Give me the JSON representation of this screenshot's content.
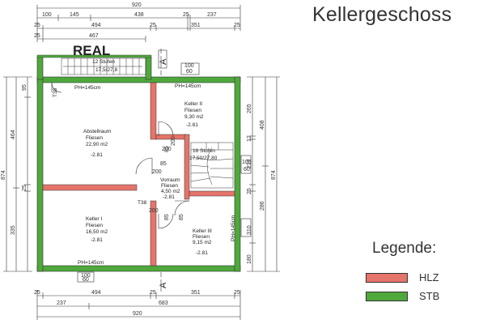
{
  "title": "Kellergeschoss",
  "watermark": "REAL",
  "legend": {
    "title": "Legende:",
    "items": [
      {
        "label": "HLZ",
        "color": "#e5746a"
      },
      {
        "label": "STB",
        "color": "#4fa83c"
      }
    ]
  },
  "colors": {
    "hlz": "#e5746a",
    "stb": "#4fa83c",
    "line": "#333333"
  },
  "rooms": {
    "abstellraum": {
      "name": "Abstellraum",
      "floor": "Fliesen",
      "area": "22,90 m2",
      "level": "-2.81"
    },
    "keller2": {
      "name": "Keller II",
      "floor": "Fliesen",
      "area": "9,30 m2",
      "level": "-2.81"
    },
    "vorraum": {
      "name": "Vorraum",
      "floor": "Fliesen",
      "area": "4,50 m2",
      "level": "-2.81"
    },
    "keller1": {
      "name": "Keller I",
      "floor": "Fliesen",
      "area": "16,50 m2",
      "level": "-2.81"
    },
    "keller3": {
      "name": "Keller III",
      "floor": "Fliesen",
      "area": "9,15 m2",
      "level": "-2.81"
    }
  },
  "stairs": {
    "upper": {
      "label": "12 Stufen",
      "size": "17,5/27,8"
    },
    "inner": {
      "label": "16 Stufen",
      "size": "17,50/27,80"
    }
  },
  "labels": {
    "ph_top_left": "PH=145cm",
    "ph_top_right": "PH=145cm",
    "ph_bottom": "PH=145cm",
    "ph_right": "PH=145cm",
    "t38_top": "T38",
    "t38_mid": "T38",
    "section_a": "A",
    "door_85a": "85",
    "door_200a": "200",
    "door_85b": "85",
    "door_200b": "200",
    "door_85c": "85",
    "door_200c": "200",
    "door_85d": "85",
    "door_200d": "200",
    "win_100_tr": "100",
    "win_60_tr": "60",
    "win_100_r": "100",
    "win_60_r": "60",
    "win_100_b": "100",
    "win_60_b": "60"
  },
  "dims_top": {
    "overall": "920",
    "row2": [
      "100",
      "145",
      "438",
      "25",
      "237"
    ],
    "row3": [
      "25",
      "494",
      "25",
      "351",
      "25"
    ],
    "row4": [
      "25",
      "467"
    ]
  },
  "dims_bottom": {
    "row1": [
      "25",
      "494",
      "25",
      "351",
      "25"
    ],
    "row2": [
      "237",
      "683"
    ],
    "overall": "920"
  },
  "dims_left": {
    "outer": "874",
    "row2": [
      "464",
      "335"
    ],
    "row3": [
      "95",
      "25"
    ]
  },
  "dims_right": {
    "outer": "874",
    "row1": [
      "265",
      "12",
      "212",
      "25",
      "310",
      "180"
    ],
    "row2": [
      "408",
      "286"
    ]
  }
}
